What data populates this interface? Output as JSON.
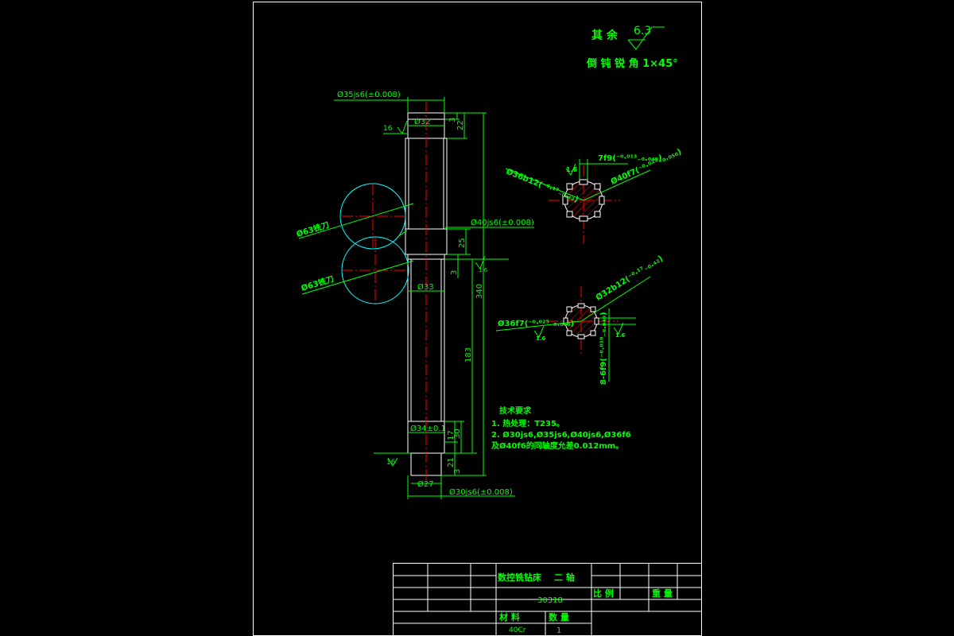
{
  "notes": {
    "other_label": "其 余",
    "roughness_value": "6.3",
    "chamfer_note": "倒 钝 锐 角 1×45°"
  },
  "dims": {
    "d35": "Ø35js6(±0.008)",
    "d32": "Ø32",
    "r16_top": "16",
    "v3_top": "3",
    "v22": "22",
    "d40": "Ø40js6(±0.008)",
    "v25": "25",
    "v3_mid": "3",
    "v340": "340",
    "d33": "Ø33",
    "v183": "183",
    "d34": "Ø34±0.1",
    "v17": "17",
    "v30": "30",
    "v21": "21",
    "v3_bot": "3",
    "d27": "Ø27",
    "d30": "Ø30js6(±0.008)",
    "r16_bot": "16",
    "r16_right": "1.6",
    "cutter1": "Ø63铣刀",
    "cutter2": "Ø63铣刀"
  },
  "sections": {
    "top_width": "7f9(⁻⁰·⁰¹³₋₀.₀₄₉)",
    "top_minor": "Ø36b12(⁻⁰·¹⁷₋₀.₄₂)",
    "top_major": "Ø40f7(⁻⁰·⁰²⁵₋₀.₀₅₀)",
    "top_rough": "1.6",
    "bot_major": "Ø32b12(⁻⁰·¹⁷₋₀.₄₂)",
    "bot_minor": "Ø36f7(⁻⁰·⁰²⁵₋₀.₀₅₀)",
    "bot_width": "8-6f9(⁻⁰·⁰¹⁰₋₀.₀₄₀)",
    "bot_rough_left": "1.6",
    "bot_rough_right": "1.6"
  },
  "tech": {
    "title": "技术要求",
    "item1": "1. 热处理：T235。",
    "item2": "2. Ø30js6,Ø35js6,Ø40js6,Ø36f6",
    "item3": "及Ø40f6的同轴度允差0.012mm。"
  },
  "title_block": {
    "machine": "数控铣钻床",
    "part": "二 轴",
    "code": "30318",
    "scale_label": "比 例",
    "weight_label": "重 量",
    "material_label": "材    料",
    "qty_label": "数    量",
    "material_value": "40Cr",
    "qty_value": "1"
  },
  "colors": {
    "outline": "#ffffff",
    "dimension": "#00ff00",
    "centerline": "#ff0000",
    "cutter": "#00ffff",
    "background": "#000000"
  }
}
